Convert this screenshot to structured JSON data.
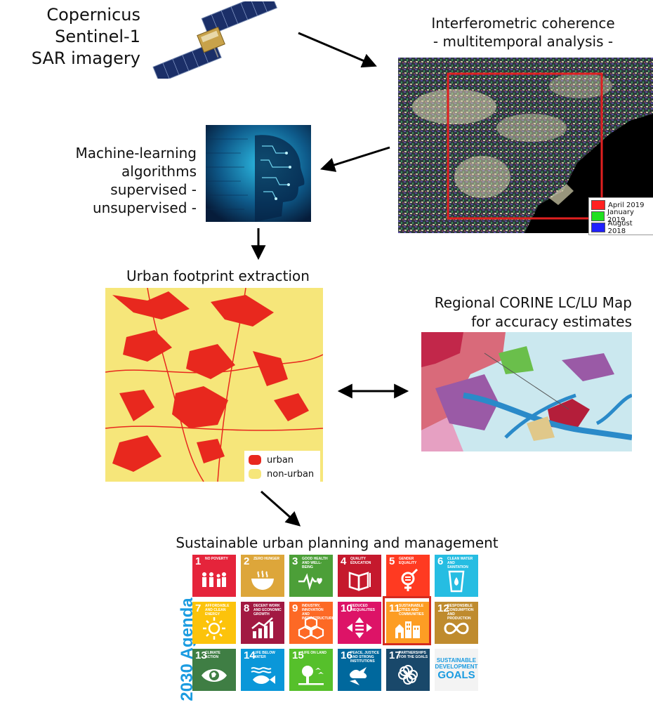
{
  "source": {
    "lines": [
      "Copernicus",
      "Sentinel-1",
      "SAR imagery"
    ]
  },
  "coherence": {
    "lines": [
      "Interferometric coherence",
      "- multitemporal analysis -"
    ],
    "legend": [
      {
        "label": "April 2019",
        "color": "#ff2020"
      },
      {
        "label": "January 2019",
        "color": "#20e020"
      },
      {
        "label": "August 2018",
        "color": "#2020ff"
      }
    ]
  },
  "ml": {
    "lines": [
      "Machine-learning algorithms",
      "supervised -",
      "unsupervised -"
    ]
  },
  "urban": {
    "title": "Urban footprint extraction",
    "legend": [
      {
        "label": "urban",
        "color": "#e8281e"
      },
      {
        "label": "non-urban",
        "color": "#f6e67a"
      }
    ]
  },
  "corine": {
    "lines": [
      "Regional CORINE LC/LU Map",
      "for accuracy estimates"
    ]
  },
  "planning": {
    "title": "Sustainable urban planning and management",
    "agenda_label": "2030 Agenda",
    "sdg_logo": [
      "SUSTAINABLE",
      "DEVELOPMENT",
      "GOALS"
    ],
    "goals": [
      {
        "num": "1",
        "text": "NO POVERTY",
        "color": "#e5243b"
      },
      {
        "num": "2",
        "text": "ZERO HUNGER",
        "color": "#dda63a"
      },
      {
        "num": "3",
        "text": "GOOD HEALTH AND WELL-BEING",
        "color": "#4c9f38"
      },
      {
        "num": "4",
        "text": "QUALITY EDUCATION",
        "color": "#c5192d"
      },
      {
        "num": "5",
        "text": "GENDER EQUALITY",
        "color": "#ff3a21"
      },
      {
        "num": "6",
        "text": "CLEAN WATER AND SANITATION",
        "color": "#26bde2"
      },
      {
        "num": "7",
        "text": "AFFORDABLE AND CLEAN ENERGY",
        "color": "#fcc30b"
      },
      {
        "num": "8",
        "text": "DECENT WORK AND ECONOMIC GROWTH",
        "color": "#a21942"
      },
      {
        "num": "9",
        "text": "INDUSTRY, INNOVATION AND INFRASTRUCTURE",
        "color": "#fd6925"
      },
      {
        "num": "10",
        "text": "REDUCED INEQUALITIES",
        "color": "#dd1367"
      },
      {
        "num": "11",
        "text": "SUSTAINABLE CITIES AND COMMUNITIES",
        "color": "#fd9d24"
      },
      {
        "num": "12",
        "text": "RESPONSIBLE CONSUMPTION AND PRODUCTION",
        "color": "#bf8b2e"
      },
      {
        "num": "13",
        "text": "CLIMATE ACTION",
        "color": "#3f7e44"
      },
      {
        "num": "14",
        "text": "LIFE BELOW WATER",
        "color": "#0a97d9"
      },
      {
        "num": "15",
        "text": "LIFE ON LAND",
        "color": "#56c02b"
      },
      {
        "num": "16",
        "text": "PEACE, JUSTICE AND STRONG INSTITUTIONS",
        "color": "#00689d"
      },
      {
        "num": "17",
        "text": "PARTNERSHIPS FOR THE GOALS",
        "color": "#19486a"
      }
    ],
    "highlight_goal": "11"
  }
}
